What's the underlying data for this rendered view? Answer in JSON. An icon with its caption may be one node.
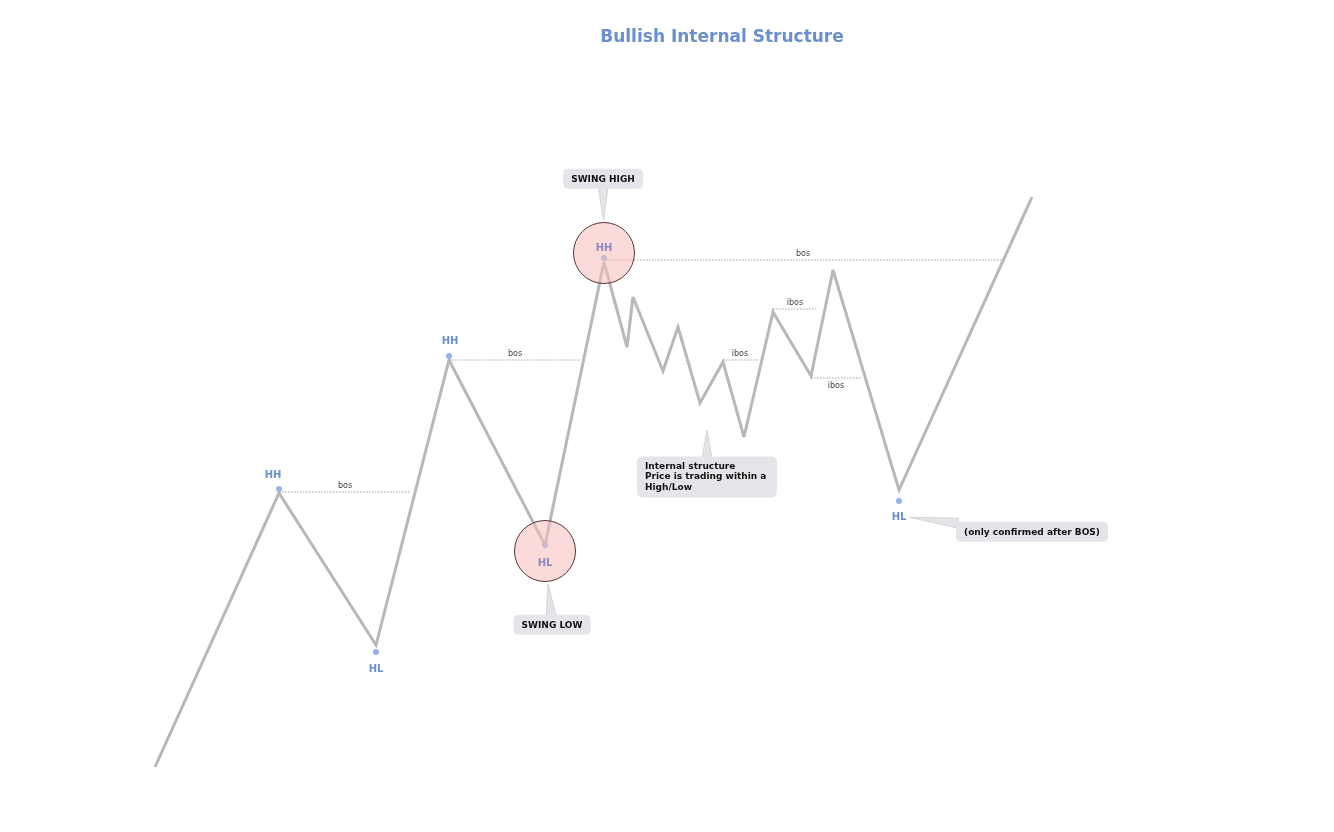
{
  "diagram": {
    "title": "Bullish Internal Structure",
    "nodes": [
      {
        "text": [
          "SWING HIGH"
        ]
      },
      {
        "text": [
          "HH"
        ]
      },
      {
        "text": [
          "HL"
        ]
      },
      {
        "text": [
          "SWING LOW"
        ]
      },
      {
        "text": [
          "Internal structure",
          "Price is trading within a High/Low"
        ]
      },
      {
        "text": [
          "HL"
        ]
      },
      {
        "text": [
          "(only confirmed after BOS)"
        ]
      }
    ],
    "edges": [
      {
        "from": 0,
        "to": 1,
        "arrow": "to"
      },
      {
        "from": 3,
        "to": 2,
        "arrow": "to"
      },
      {
        "from": 4,
        "to": null,
        "arrow": "to"
      },
      {
        "from": 6,
        "to": 5,
        "arrow": "to"
      }
    ],
    "labels": [
      "bos",
      "ibos",
      "HH",
      "bos",
      "ibos",
      "ibos",
      "HH",
      "bos",
      "HL"
    ]
  }
}
